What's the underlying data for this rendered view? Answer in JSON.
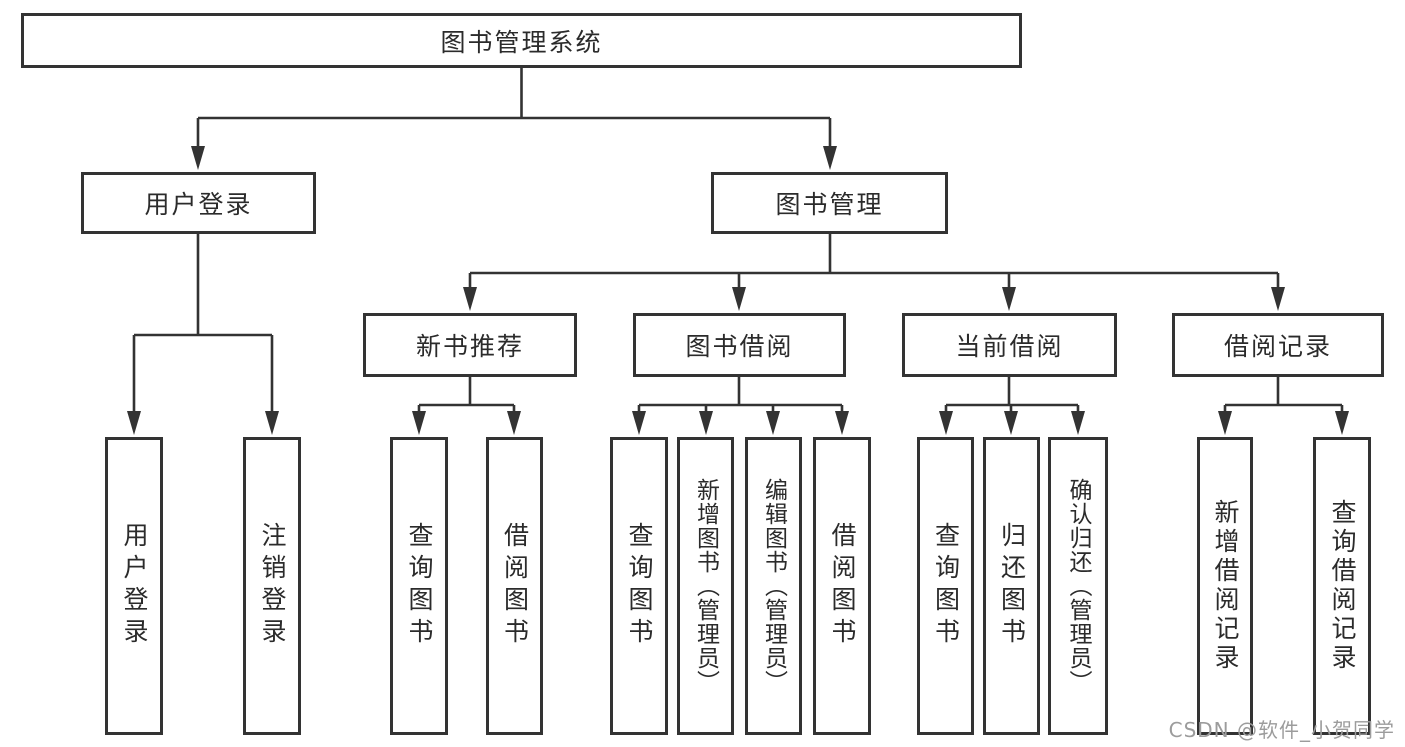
{
  "diagram": {
    "root": "图书管理系统",
    "level2": [
      "用户登录",
      "图书管理"
    ],
    "level3": [
      "新书推荐",
      "图书借阅",
      "当前借阅",
      "借阅记录"
    ],
    "leaves": {
      "user_login": [
        "用户登录",
        "注销登录"
      ],
      "new_book_recommend": [
        "查询图书",
        "借阅图书"
      ],
      "book_borrow": [
        "查询图书",
        "新增图书（管理员）",
        "编辑图书（管理员）",
        "借阅图书"
      ],
      "current_borrow": [
        "查询图书",
        "归还图书",
        "确认归还（管理员）"
      ],
      "borrow_records": [
        "新增借阅记录",
        "查询借阅记录"
      ]
    }
  },
  "watermark": "CSDN @软件_小贺同学",
  "colors": {
    "line": "#333333",
    "box_border": "#333333",
    "text": "#2b2b2b",
    "watermark": "#9c9c9c",
    "background": "#ffffff"
  }
}
